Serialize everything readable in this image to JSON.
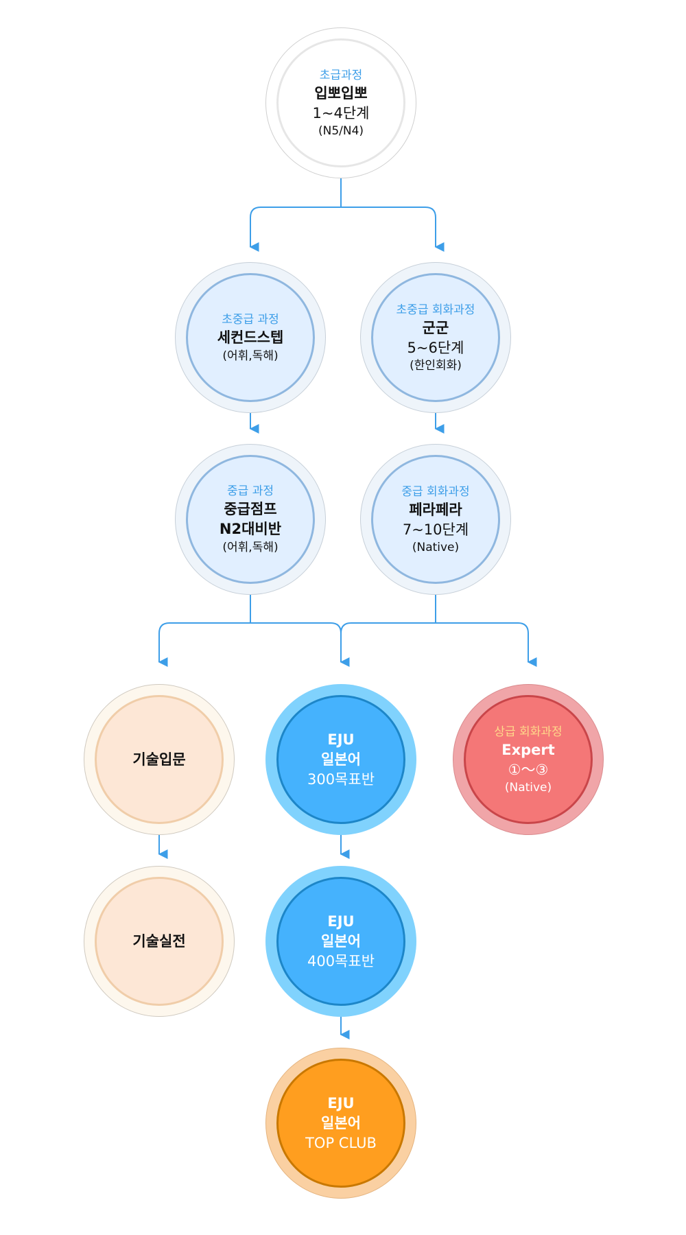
{
  "nodes": {
    "beginner": {
      "sub": "초급과정",
      "title": "입뽀입뽀",
      "level": "1~4단계",
      "note": "(N5/N4)"
    },
    "second_step": {
      "sub": "초중급 과정",
      "title": "세컨드스텝",
      "note": "(어휘,독해)"
    },
    "gungun": {
      "sub": "초중급 회화과정",
      "title": "군군",
      "level": "5~6단계",
      "note": "(한인회화)"
    },
    "chugeup_jump": {
      "sub": "중급 과정",
      "title": "중급점프",
      "title2": "N2대비반",
      "note": "(어휘,독해)"
    },
    "perapera": {
      "sub": "중급 회화과정",
      "title": "페라페라",
      "level": "7~10단계",
      "note": "(Native)"
    },
    "tech_intro": {
      "title": "기술입문"
    },
    "eju_300": {
      "title": "EJU",
      "title2": "일본어",
      "level": "300목표반"
    },
    "expert": {
      "sub": "상급 회화과정",
      "title": "Expert",
      "level": "①〜③",
      "note": "(Native)"
    },
    "tech_practice": {
      "title": "기술실전"
    },
    "eju_400": {
      "title": "EJU",
      "title2": "일본어",
      "level": "400목표반"
    },
    "eju_top": {
      "title": "EJU",
      "title2": "일본어",
      "level": "TOP CLUB"
    }
  },
  "colors": {
    "connector": "#3d9ee8",
    "accent_blue": "#45b2fd",
    "accent_red": "#f47777",
    "accent_orange": "#ff9e1f"
  }
}
